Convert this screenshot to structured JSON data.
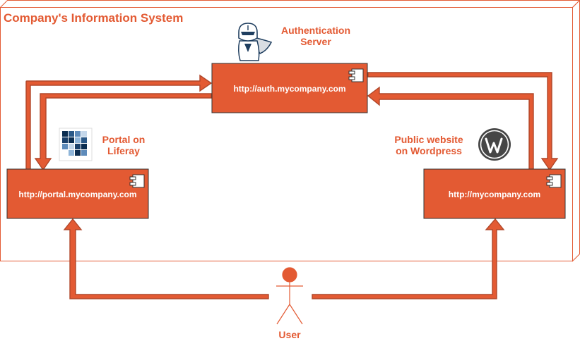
{
  "colors": {
    "accent": "#E35A33",
    "accent_stroke": "#B0472A",
    "text_on_accent": "#FFFFFF",
    "keycloak_blue": "#1F3E5F",
    "wordpress_dark": "#464646",
    "liferay_dark": "#0B2D50",
    "liferay_light": "#8FB5D9"
  },
  "system": {
    "title": "Company's Information System"
  },
  "auth_server": {
    "label_line1": "Authentication",
    "label_line2": "Server",
    "url": "http://auth.mycompany.com",
    "icon": "keycloak-knight-icon"
  },
  "portal": {
    "label_line1": "Portal on",
    "label_line2": "Liferay",
    "url": "http://portal.mycompany.com",
    "icon": "liferay-logo-icon"
  },
  "website": {
    "label_line1": "Public website",
    "label_line2": "on Wordpress",
    "url": "http://mycompany.com",
    "icon": "wordpress-logo-icon"
  },
  "user": {
    "label": "User",
    "icon": "stick-figure-icon"
  },
  "component_icon": "uml-component-icon"
}
